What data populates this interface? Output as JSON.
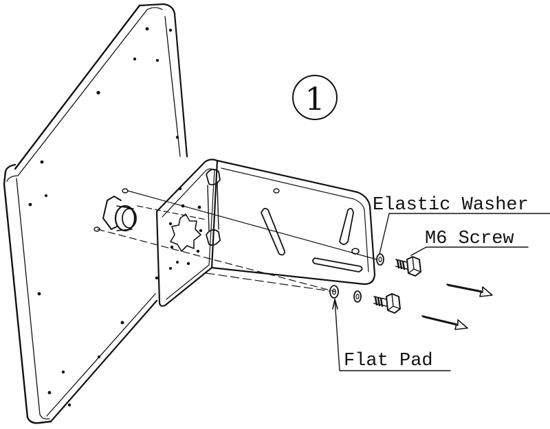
{
  "step": {
    "number": "1"
  },
  "labels": {
    "elastic_washer": "Elastic Washer",
    "m6_screw": "M6 Screw",
    "flat_pad": "Flat Pad"
  },
  "colors": {
    "line": "#111111",
    "background": "#ffffff"
  }
}
